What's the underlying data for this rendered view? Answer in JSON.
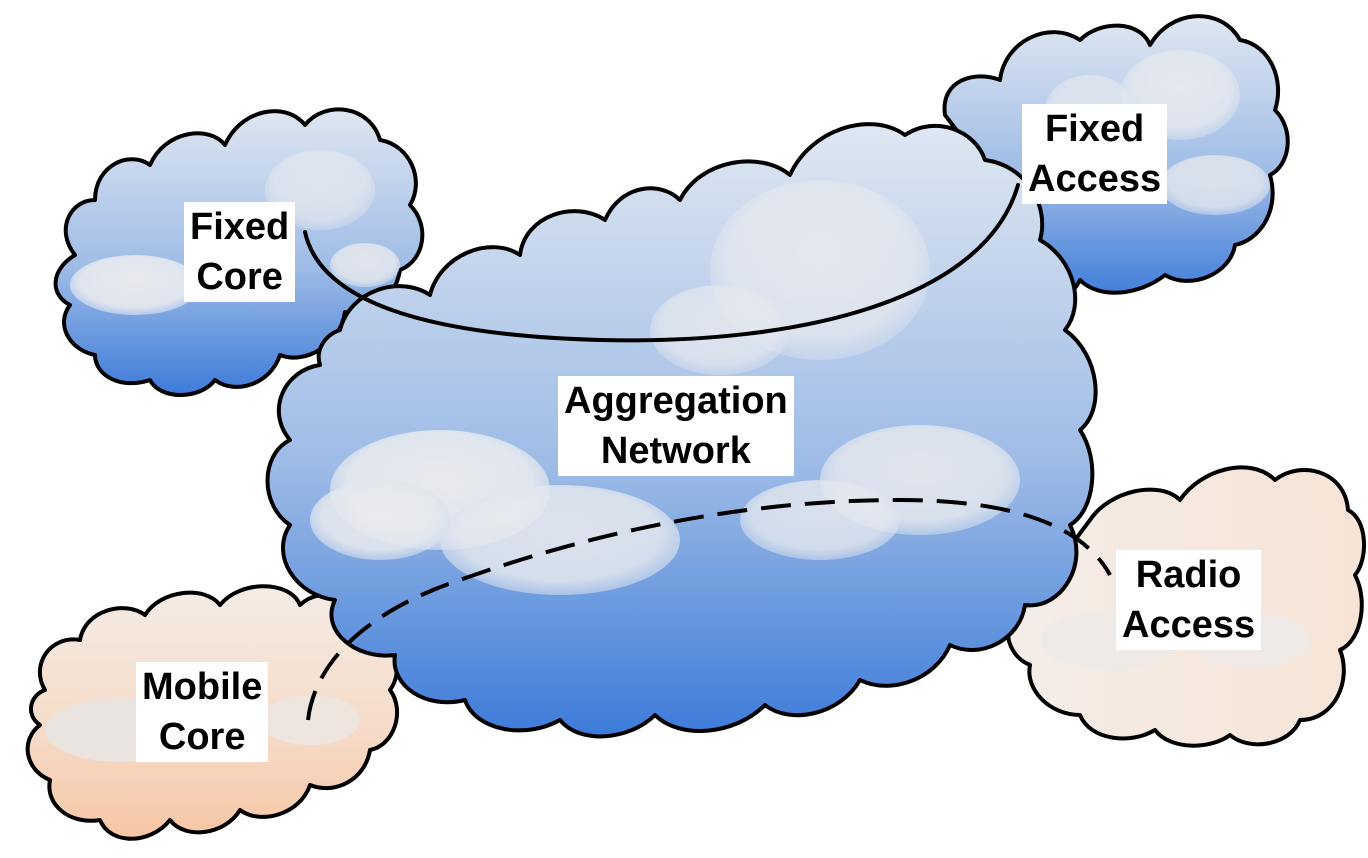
{
  "diagram": {
    "clouds": [
      {
        "id": "fixed-core",
        "lines": [
          "Fixed",
          "Core"
        ],
        "tone": "blue"
      },
      {
        "id": "fixed-access",
        "lines": [
          "Fixed",
          "Access"
        ],
        "tone": "blue"
      },
      {
        "id": "aggregation-network",
        "lines": [
          "Aggregation",
          "Network"
        ],
        "tone": "blue"
      },
      {
        "id": "radio-access",
        "lines": [
          "Radio",
          "Access"
        ],
        "tone": "peach"
      },
      {
        "id": "mobile-core",
        "lines": [
          "Mobile",
          "Core"
        ],
        "tone": "peach"
      }
    ],
    "connections": [
      {
        "id": "fixed-path",
        "from": "Fixed Core",
        "to": "Fixed Access",
        "style": "solid"
      },
      {
        "id": "mobile-path",
        "from": "Mobile Core",
        "to": "Radio Access",
        "style": "dashed"
      }
    ]
  },
  "colors": {
    "blue_dark": "#3d7bd9",
    "blue_light": "#dfe7f2",
    "peach_dark": "#f7c6a4",
    "peach_light": "#f4ece6",
    "outline": "#000000"
  }
}
